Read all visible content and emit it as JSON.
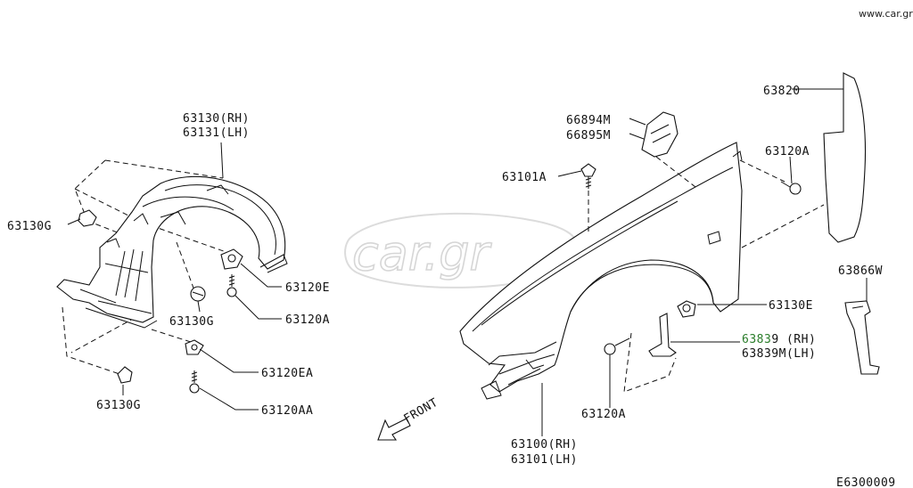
{
  "watermark": {
    "site": "www.car.gr",
    "logo_text": "car.gr"
  },
  "diagram_code": "E6300009",
  "front_label": "FRONT",
  "callouts": {
    "c63130": {
      "line1": "63130(RH)",
      "line2": "63131(LH)"
    },
    "c63130G_left": "63130G",
    "c63130G_mid": "63130G",
    "c63130G_bottom": "63130G",
    "c63120E": "63120E",
    "c63120A_left": "63120A",
    "c63120EA": "63120EA",
    "c63120AA": "63120AA",
    "c66894": {
      "line1": "66894M",
      "line2": "66895M"
    },
    "c63101A": "63101A",
    "c63820": "63820",
    "c63120A_right_top": "63120A",
    "c63866W": "63866W",
    "c63130E": "63130E",
    "c63839": {
      "hl": "6383",
      "rest": "9 (RH)",
      "line2": "63839M(LH)"
    },
    "c63120A_bottom": "63120A",
    "c63100": {
      "line1": "63100(RH)",
      "line2": "63101(LH)"
    }
  }
}
